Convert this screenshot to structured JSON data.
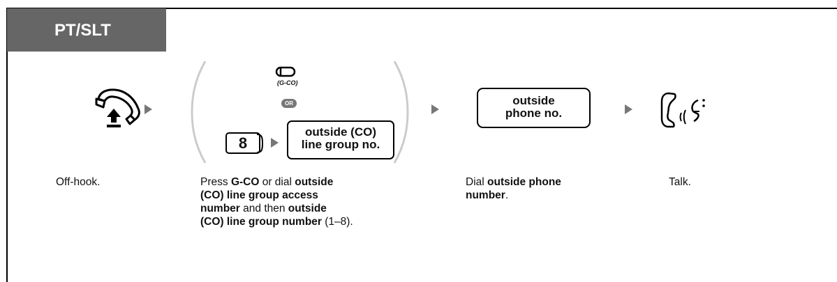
{
  "header": {
    "title": "PT/SLT"
  },
  "steps": {
    "offhook": {
      "icon": "handset-off-hook-icon",
      "caption": "Off-hook."
    },
    "press": {
      "gco_key_label": "(G-CO)",
      "or_label": "OR",
      "access_number_key": "8",
      "group_box_line1": "outside (CO)",
      "group_box_line2": "line group no.",
      "caption_parts": {
        "p1": "Press ",
        "p2": "G-CO",
        "p3": " or dial ",
        "p4": "outside",
        "p5": "(CO) line group access",
        "p6": "number",
        "p7": " and then ",
        "p8": "outside",
        "p9": "(CO) line group number",
        "p10": " (1–8)."
      }
    },
    "dial": {
      "box_line1": "outside",
      "box_line2": "phone no.",
      "caption_parts": {
        "p1": "Dial ",
        "p2": "outside phone",
        "p3": "number",
        "p4": "."
      }
    },
    "talk": {
      "icon": "talking-handset-icon",
      "caption": "Talk."
    }
  }
}
